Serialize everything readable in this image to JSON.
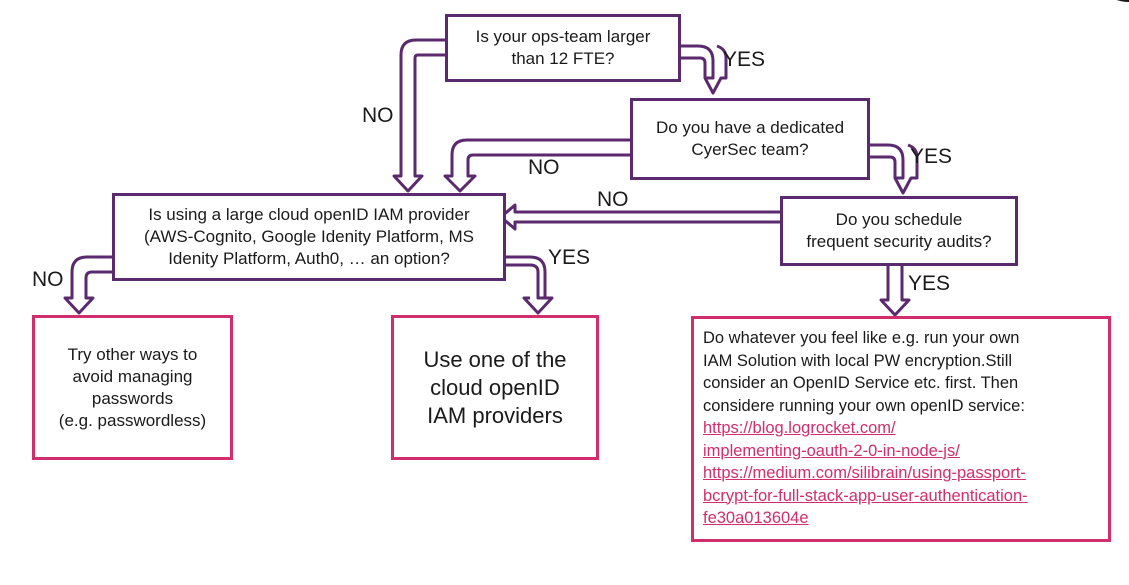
{
  "questions": {
    "q1": {
      "lines": [
        "Is your ops-team larger",
        "than 12 FTE?"
      ]
    },
    "q2": {
      "lines": [
        "Do you have a dedicated",
        "CyerSec team?"
      ]
    },
    "q3": {
      "lines": [
        "Is using a large cloud openID IAM provider",
        "(AWS-Cognito, Google Idenity Platform, MS",
        "Idenity Platform, Auth0, … an option?"
      ]
    },
    "q4": {
      "lines": [
        "Do you schedule",
        "frequent security audits?"
      ]
    }
  },
  "answers": {
    "a1": {
      "lines": [
        "Try other ways to",
        "avoid managing",
        "passwords",
        "(e.g. passwordless)"
      ]
    },
    "a2": {
      "lines": [
        "Use one of the",
        "cloud openID",
        "IAM providers"
      ]
    },
    "a3": {
      "lines": [
        "Do whatever you feel like e.g. run your own",
        "IAM Solution with local PW encryption.Still",
        "consider an OpenID Service etc. first. Then",
        "considere running your own openID service:"
      ],
      "link1": [
        "https://blog.logrocket.com/",
        "implementing-oauth-2-0-in-node-js/"
      ],
      "link2": [
        "https://medium.com/silibrain/using-passport-",
        "bcrypt-for-full-stack-app-user-authentication-",
        "fe30a013604e"
      ]
    }
  },
  "labels": {
    "yes_q1": "YES",
    "no_q1": "NO",
    "no_q2": "NO",
    "yes_q2": "YES",
    "no_q4": "NO",
    "yes_q4": "YES",
    "no_q3": "NO",
    "yes_q3": "YES"
  },
  "colors": {
    "question_border": "#5b2a6e",
    "answer_border": "#d12e6e",
    "arrow": "#5b2a6e",
    "link": "#d12e6e"
  }
}
